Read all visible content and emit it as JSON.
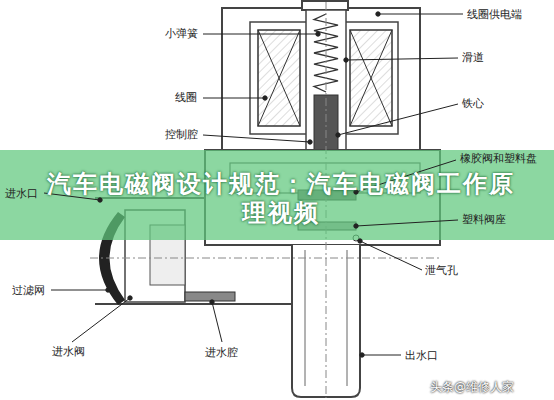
{
  "diagram": {
    "title": "汽车电磁阀设计规范：汽车电磁阀工作原理视频",
    "labels": [
      "线圈供电端",
      "小弹簧",
      "滑道",
      "线圈",
      "铁心",
      "控制腔",
      "橡胶阀和塑料盘",
      "进水口",
      "塑料阀座",
      "泄气孔",
      "过滤网",
      "进水阀",
      "进水腔",
      "出水口",
      "头条@维修人家"
    ]
  }
}
